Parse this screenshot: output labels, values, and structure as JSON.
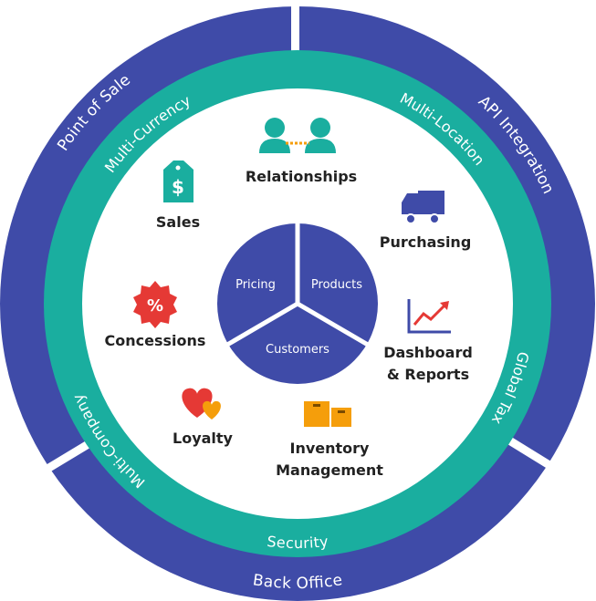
{
  "outer_ring": {
    "point_of_sale": "Point of Sale",
    "api_integration": "API Integration",
    "back_office": "Back Office"
  },
  "middle_ring": {
    "multi_currency": "Multi-Currency",
    "multi_location": "Multi-Location",
    "global_tax": "Global Tax",
    "security": "Security",
    "multi_company": "Multi-Company"
  },
  "core": {
    "pricing": "Pricing",
    "products": "Products",
    "customers": "Customers"
  },
  "features": {
    "relationships": "Relationships",
    "sales": "Sales",
    "purchasing": "Purchasing",
    "concessions": "Concessions",
    "dashboard_line1": "Dashboard",
    "dashboard_line2": "& Reports",
    "loyalty": "Loyalty",
    "inventory_line1": "Inventory",
    "inventory_line2": "Management"
  },
  "icons": {
    "dollar_tag": "$",
    "percent_badge": "%"
  },
  "colors": {
    "outer_ring": "#3F4BA8",
    "middle_ring": "#1AAE9F",
    "inner_bg": "#FFFFFF",
    "core": "#3F4BA8",
    "icon_teal": "#1AAE9F",
    "icon_navy": "#3F4BA8",
    "icon_red": "#E53935",
    "icon_orange": "#F59E0B"
  }
}
